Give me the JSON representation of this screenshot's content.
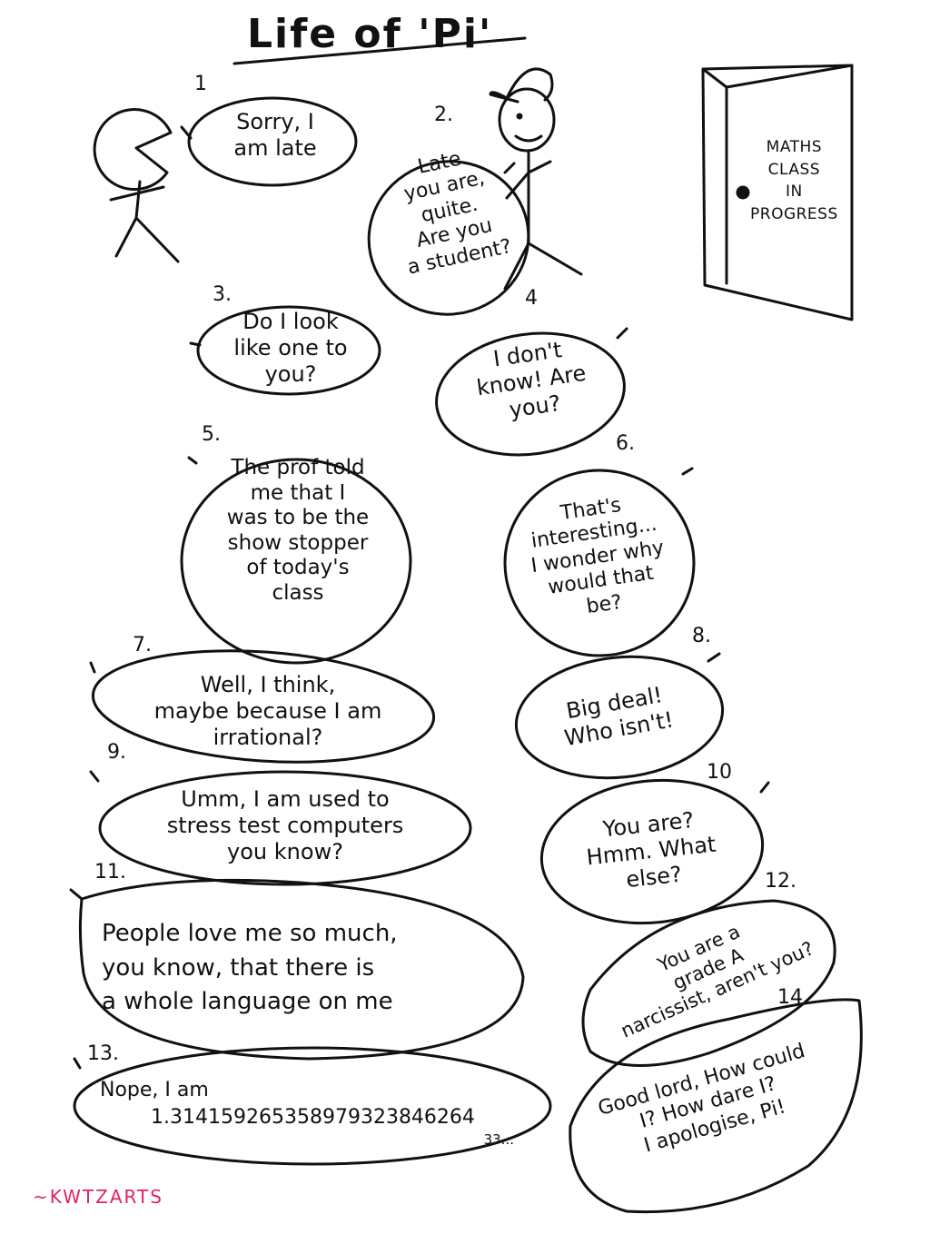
{
  "title": "Life of 'Pi'",
  "door_sign": [
    "MATHS",
    "CLASS",
    "IN",
    "PROGRESS"
  ],
  "signature": "~KWTZARTS",
  "colors": {
    "ink": "#111111",
    "signature": "#e0245e",
    "background": "#ffffff"
  },
  "panels": [
    {
      "number": "1",
      "text": [
        "Sorry, I",
        "am late"
      ]
    },
    {
      "number": "2.",
      "text": [
        "Late",
        "you are,",
        "quite.",
        "Are you",
        "a student?"
      ]
    },
    {
      "number": "3.",
      "text": [
        "Do I look",
        "like one to",
        "you?"
      ]
    },
    {
      "number": "4",
      "text": [
        "I don't",
        "know! Are",
        "you?"
      ]
    },
    {
      "number": "5.",
      "text": [
        "The prof told",
        "me that I",
        "was to be the",
        "show stopper",
        "of today's",
        "class"
      ]
    },
    {
      "number": "6.",
      "text": [
        "That's",
        "interesting...",
        "I wonder why",
        "would that",
        "be?"
      ]
    },
    {
      "number": "7.",
      "text": [
        "Well, I think,",
        "maybe because I am",
        "irrational?"
      ]
    },
    {
      "number": "8.",
      "text": [
        "Big deal!",
        "Who isn't!"
      ]
    },
    {
      "number": "9.",
      "text": [
        "Umm, I am used to",
        "stress test computers",
        "you know?"
      ]
    },
    {
      "number": "10",
      "text": [
        "You are?",
        "Hmm. What",
        "else?"
      ]
    },
    {
      "number": "11.",
      "text": [
        "People love me so much,",
        "you know, that there is",
        "a whole language on me"
      ]
    },
    {
      "number": "12.",
      "text": [
        "You are a",
        "grade A",
        "narcissist, aren't you?"
      ]
    },
    {
      "number": "13.",
      "text": [
        "Nope, I am",
        "1.314159265358979323846264",
        "33..."
      ]
    },
    {
      "number": "14",
      "text": [
        "Good lord, How could",
        "I? How dare I?",
        "I apologise, Pi!"
      ]
    }
  ]
}
